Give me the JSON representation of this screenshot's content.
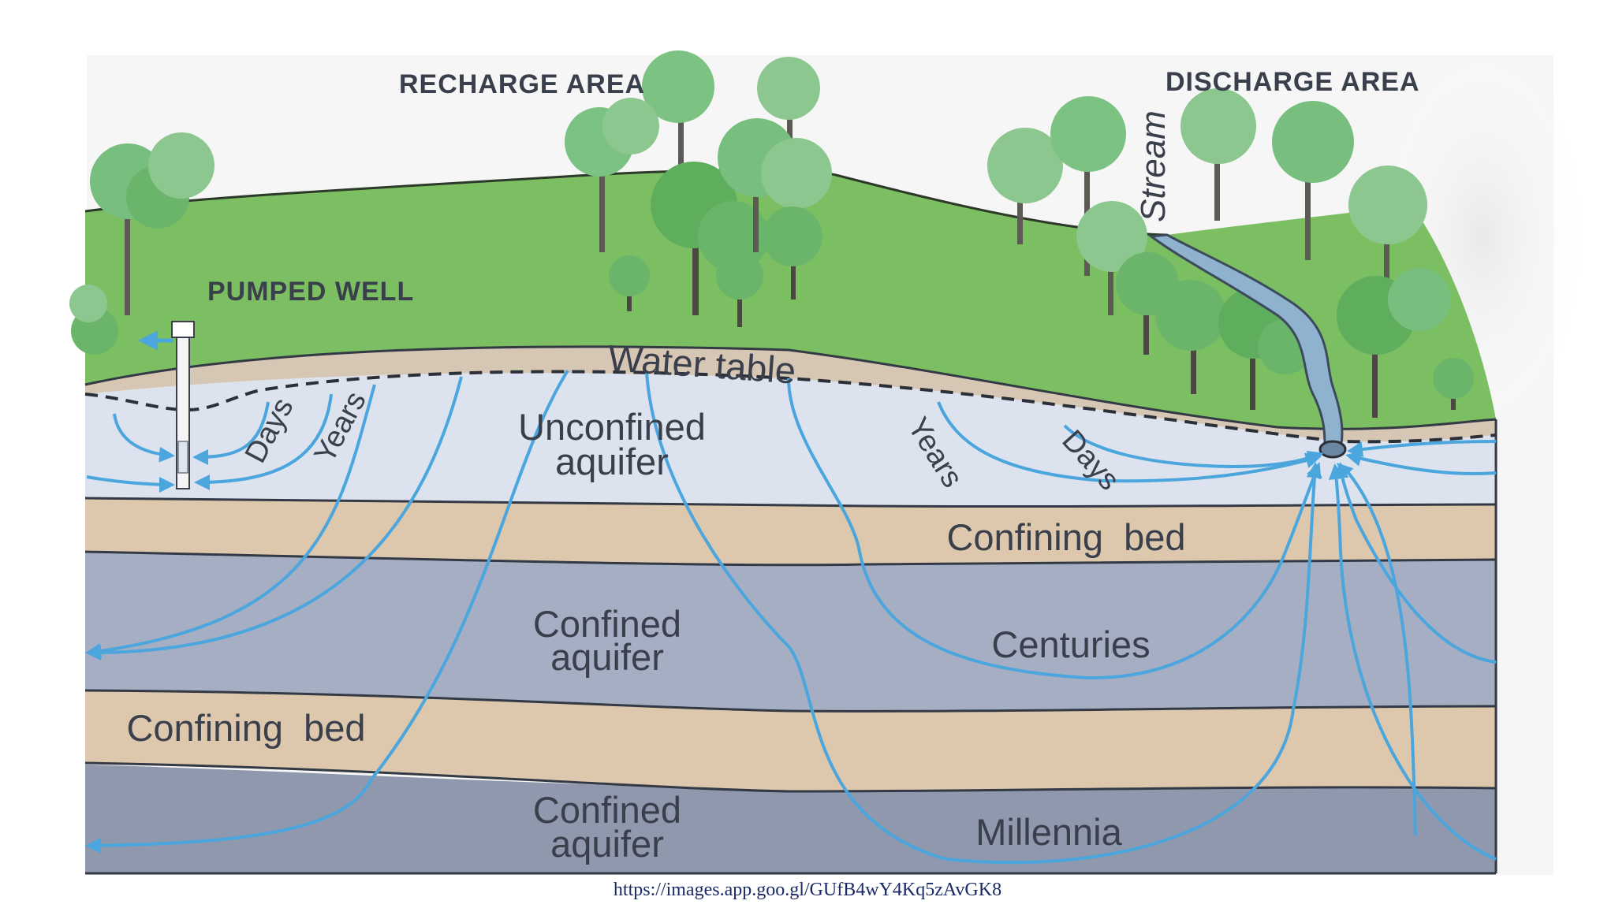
{
  "labels": {
    "recharge_area": "RECHARGE AREA",
    "discharge_area": "DISCHARGE AREA",
    "stream": "Stream",
    "pumped_well": "PUMPED WELL",
    "water_table": "Water table",
    "days_left": "Days",
    "years_left": "Years",
    "unconfined_l1": "Unconfined",
    "unconfined_l2": "aquifer",
    "years_right": "Years",
    "days_right": "Days",
    "confining_bed_upper": "Confining  bed",
    "confined_upper_l1": "Confined",
    "confined_upper_l2": "aquifer",
    "centuries": "Centuries",
    "confining_bed_lower": "Confining  bed",
    "confined_lower_l1": "Confined",
    "confined_lower_l2": "aquifer",
    "millennia": "Millennia"
  },
  "source_url": "https://images.app.goo.gl/GUfB4wY4Kq5zAvGK8",
  "colors": {
    "grass": "#7cbf62",
    "soil": "#d6c7b4",
    "unconfined_aquifer": "#dde2ef",
    "confining_bed": "#ddc8ae",
    "confined_aquifer": "#a6aec3",
    "deep_aquifer": "#8f98ad",
    "flow_line": "#4aa6dd",
    "stream": "#8fb2cf",
    "tree_foliage": "#6bb56a"
  }
}
